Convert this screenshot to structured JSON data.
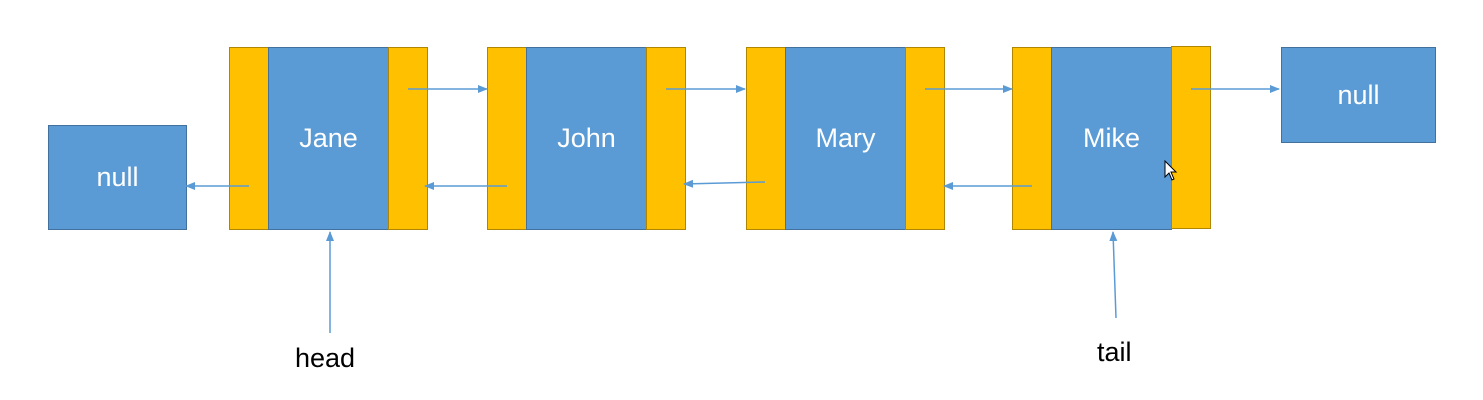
{
  "colors": {
    "node": "#5b9bd5",
    "pointer": "#ffc000",
    "arrow": "#5b9bd5",
    "label": "#000000"
  },
  "nodes": [
    {
      "value": "Jane"
    },
    {
      "value": "John"
    },
    {
      "value": "Mary"
    },
    {
      "value": "Mike"
    }
  ],
  "null_left": "null",
  "null_right": "null",
  "head_label": "head",
  "tail_label": "tail"
}
